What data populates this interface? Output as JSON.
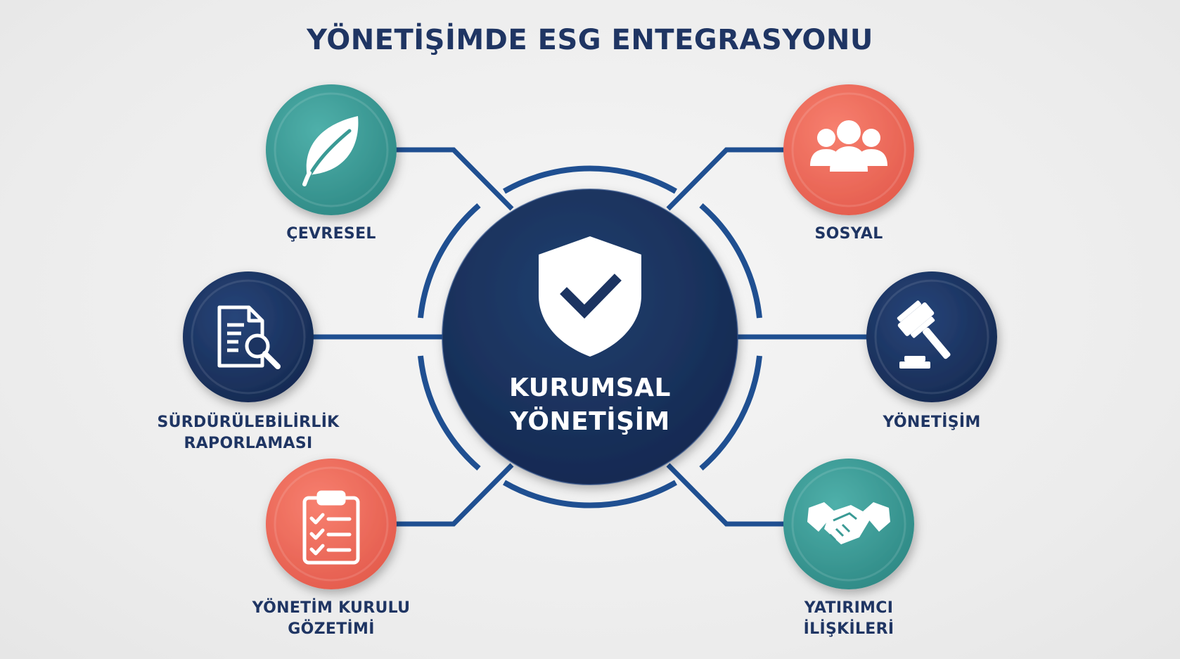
{
  "title": "YÖNETİŞİMDE ESG ENTEGRASYONU",
  "center": {
    "line1": "KURUMSAL",
    "line2": "YÖNETİŞİM",
    "icon": "shield-check-icon"
  },
  "nodes": [
    {
      "key": "cevresel",
      "lines": [
        "ÇEVRESEL"
      ],
      "icon": "leaf-icon",
      "color": "#3a9a95"
    },
    {
      "key": "sosyal",
      "lines": [
        "SOSYAL"
      ],
      "icon": "people-group-icon",
      "color": "#ee6a5a"
    },
    {
      "key": "raporlama",
      "lines": [
        "SÜRDÜRÜLEBİLİRLİK",
        "RAPORLAMASI"
      ],
      "icon": "document-search-icon",
      "color": "#1c3461"
    },
    {
      "key": "yonetisim",
      "lines": [
        "YÖNETİŞİM"
      ],
      "icon": "gavel-icon",
      "color": "#1c3461"
    },
    {
      "key": "kurul",
      "lines": [
        "YÖNETİM KURULU",
        "GÖZETİMİ"
      ],
      "icon": "clipboard-checklist-icon",
      "color": "#ee6a5a"
    },
    {
      "key": "yatirimci",
      "lines": [
        "YATIRIMCI",
        "İLİŞKİLERİ"
      ],
      "icon": "handshake-icon",
      "color": "#3a9a95"
    }
  ],
  "colors": {
    "navy": "#1c3461",
    "teal": "#3a9a95",
    "coral": "#ee6a5a",
    "line": "#1f4f91"
  }
}
